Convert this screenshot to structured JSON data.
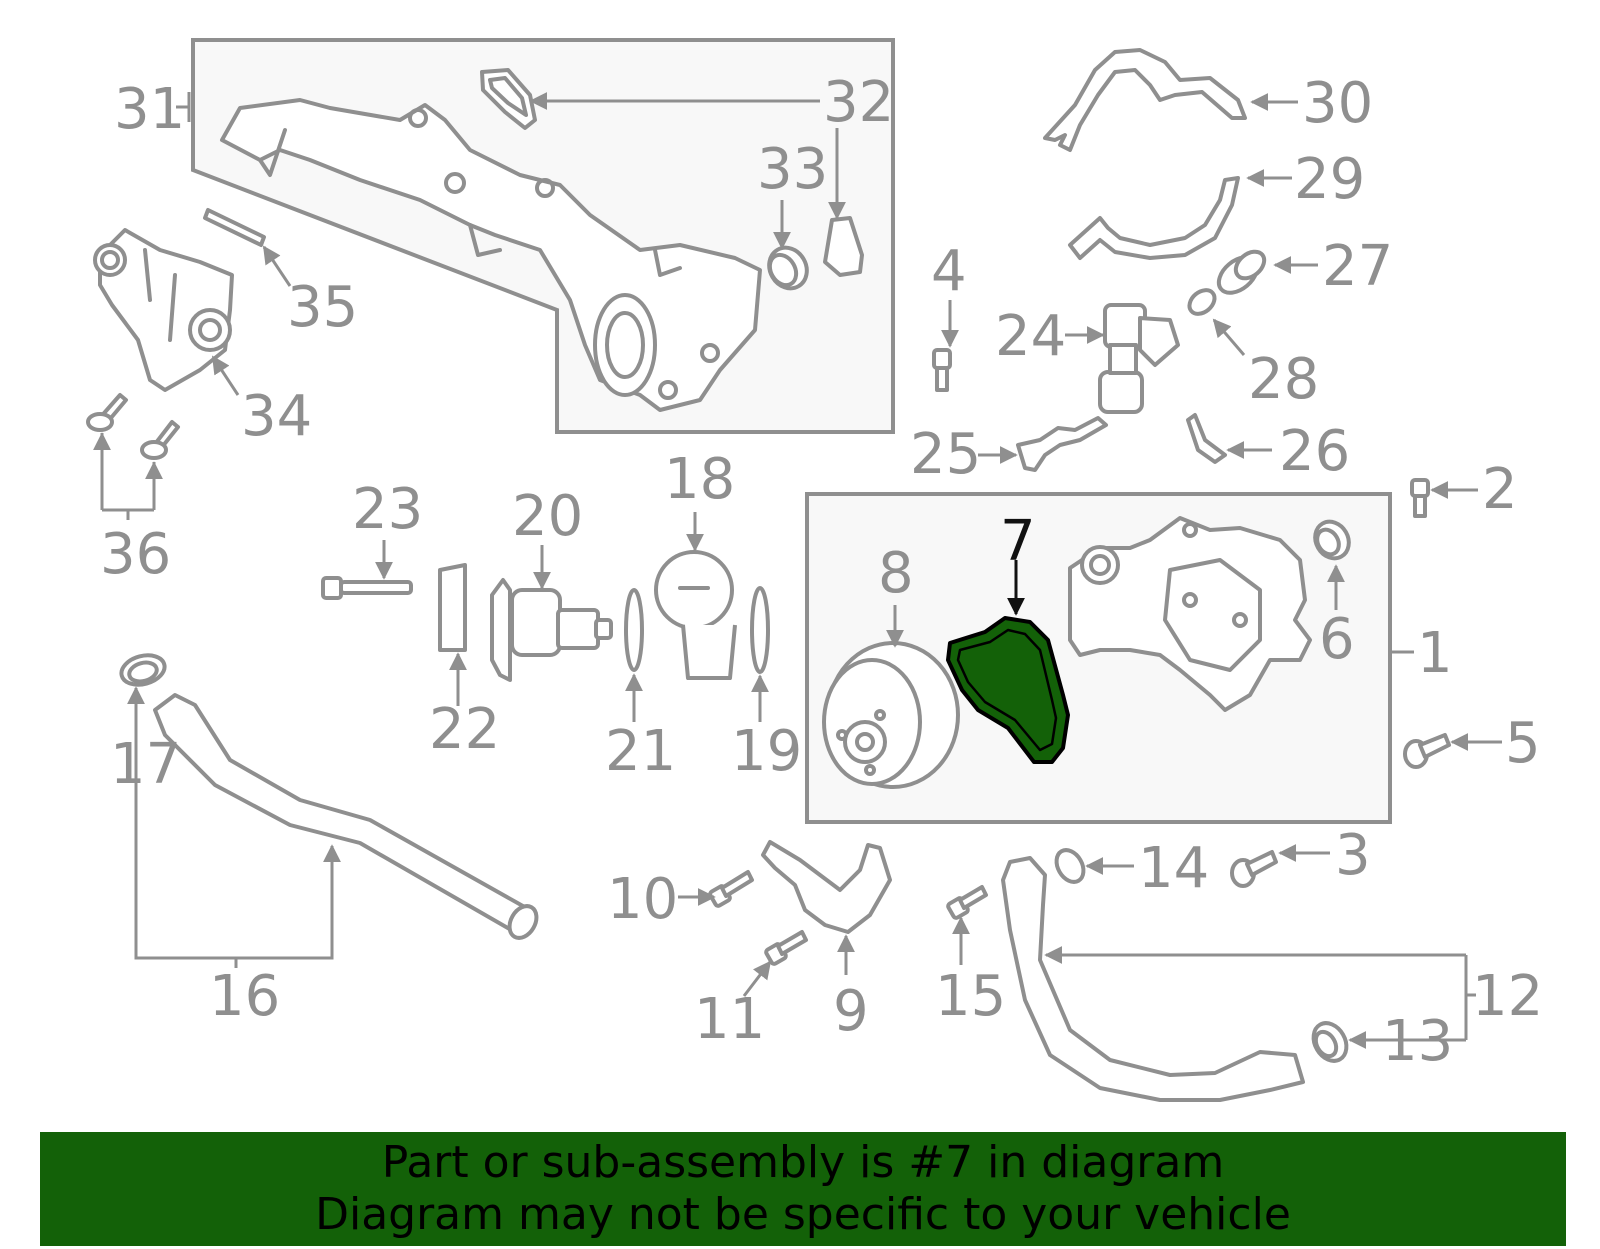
{
  "highlight_color": "#136108",
  "part_color": "#8f8f8f",
  "banner": {
    "line1": "Part or sub-assembly is #7 in diagram",
    "line2": "Diagram may not be specific to your vehicle"
  },
  "callouts": {
    "c1": "1",
    "c2": "2",
    "c3": "3",
    "c4": "4",
    "c5": "5",
    "c6": "6",
    "c7": "7",
    "c8": "8",
    "c9": "9",
    "c10": "10",
    "c11": "11",
    "c12": "12",
    "c13": "13",
    "c14": "14",
    "c15": "15",
    "c16": "16",
    "c17": "17",
    "c18": "18",
    "c19": "19",
    "c20": "20",
    "c21": "21",
    "c22": "22",
    "c23": "23",
    "c24": "24",
    "c25": "25",
    "c26": "26",
    "c27": "27",
    "c28": "28",
    "c29": "29",
    "c30": "30",
    "c31": "31",
    "c32": "32",
    "c33": "33",
    "c34": "34",
    "c35": "35",
    "c36": "36"
  },
  "highlighted_part": "7"
}
